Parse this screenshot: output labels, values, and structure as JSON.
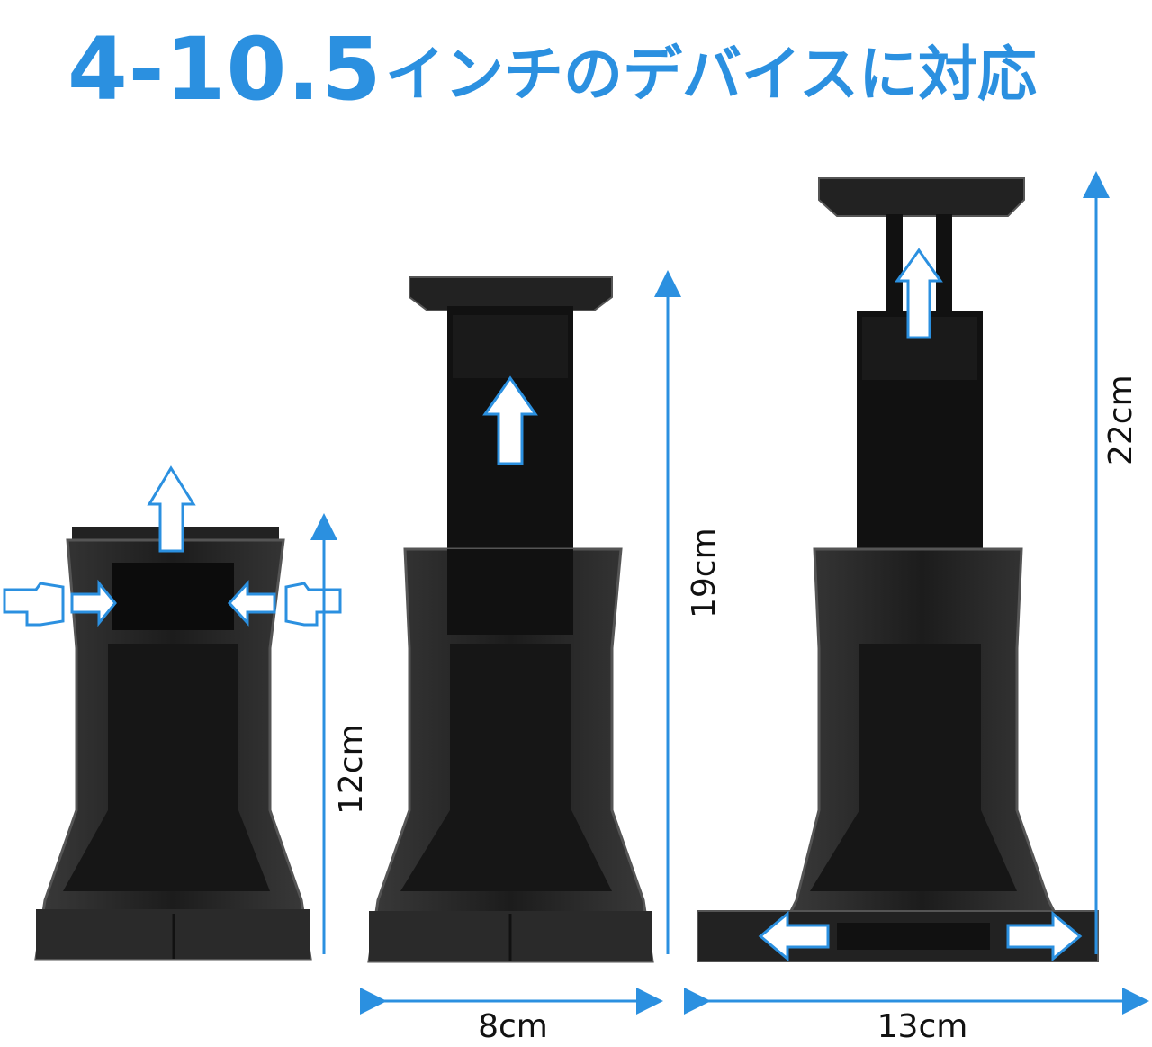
{
  "headline": {
    "number": "4-10.5",
    "text": "インチのデバイスに対応"
  },
  "dimensions": {
    "height_small": "12cm",
    "height_medium": "19cm",
    "height_large": "22cm",
    "width_narrow": "8cm",
    "width_wide": "13cm"
  },
  "colors": {
    "accent": "#2b90e0",
    "holder": "#1a1a1a",
    "holder_frame": "#4a4a4a"
  }
}
